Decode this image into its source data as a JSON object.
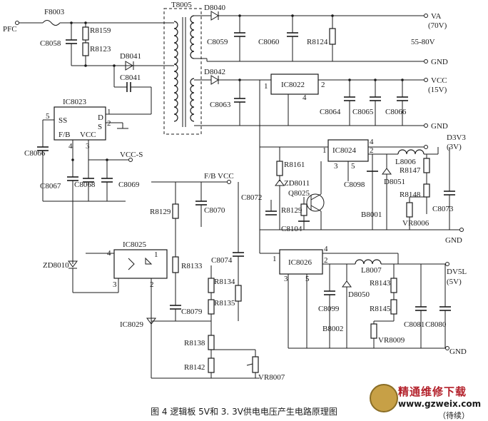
{
  "caption": "图 4 逻辑板 5V和 3. 3V供电电压产生电路原理图",
  "continued": "（待续）",
  "watermark": {
    "name": "精通维修下载",
    "url": "www.gzweix.com"
  },
  "labels": {
    "pfc": "PFC",
    "f8003": "F8003",
    "t8005": "T8005",
    "d8040": "D8040",
    "va": "VA",
    "va_v": "(70V)",
    "va_range": "55-80V",
    "gnd": "GND",
    "c8058": "C8058",
    "r8159": "R8159",
    "r8123": "R8123",
    "d8041": "D8041",
    "c8041": "C8041",
    "c8059": "C8059",
    "c8060": "C8060",
    "r8124": "R8124",
    "d8042": "D8042",
    "ic8022": "IC8022",
    "vcc": "VCC",
    "vcc_v": "(15V)",
    "c8063": "C8063",
    "c8064": "C8064",
    "c8065": "C8065",
    "c8066b": "C8066",
    "ic8023": "IC8023",
    "ss": "SS",
    "fb": "F/B",
    "vcc_pin": "VCC",
    "d_pin": "D",
    "s_pin": "S",
    "c8066": "C8066",
    "vccs": "VCC-S",
    "c8067": "C8067",
    "c8068": "C8068",
    "c8069": "C8069",
    "fbvcc": "F/B VCC",
    "r8129": "R8129",
    "c8070": "C8070",
    "ic8025": "IC8025",
    "zd8010": "ZD8010",
    "r8133": "R8133",
    "c8079": "C8079",
    "ic8029": "IC8029",
    "c8074": "C8074",
    "r8134": "R8134",
    "r8135": "R8135",
    "r8138": "R8138",
    "r8142": "R8142",
    "vr8007": "VR8007",
    "d3v3": "D3V3",
    "d3v3_v": "(3V)",
    "ic8024": "IC8024",
    "r8161": "R8161",
    "zd8011": "ZD8011",
    "q8025": "Q8025",
    "c8072": "C8072",
    "r8129b": "R8129",
    "c8104": "C8104",
    "c8098": "C8098",
    "d8051": "D8051",
    "l8006": "L8006",
    "r8147": "R8147",
    "r8148": "R8148",
    "b8001": "B8001",
    "c8073": "C8073",
    "vr8006": "VR8006",
    "ic8026": "IC8026",
    "l8007": "L8007",
    "d8050": "D8050",
    "r8143": "R8143",
    "r8145": "R8145",
    "c8099": "C8099",
    "b8002": "B8002",
    "vr8009": "VR8009",
    "c8081": "C8081",
    "c8080": "C8080",
    "dv5l": "DV5L",
    "dv5l_v": "(5V)",
    "n1": "1",
    "n2": "2",
    "n3": "3",
    "n4": "4",
    "n5": "5"
  }
}
